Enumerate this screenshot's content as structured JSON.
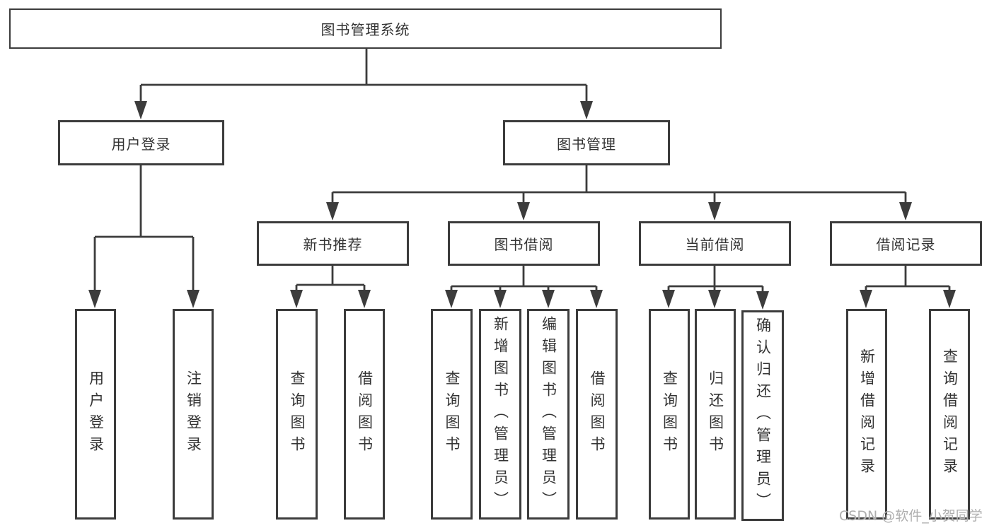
{
  "diagram": {
    "root": {
      "label": "图书管理系统",
      "children": [
        {
          "label": "用户登录",
          "children": [
            {
              "label": "用户登录"
            },
            {
              "label": "注销登录"
            }
          ]
        },
        {
          "label": "图书管理",
          "children": [
            {
              "label": "新书推荐",
              "children": [
                {
                  "label": "查询图书"
                },
                {
                  "label": "借阅图书"
                }
              ]
            },
            {
              "label": "图书借阅",
              "children": [
                {
                  "label": "查询图书"
                },
                {
                  "label": "新增图书（管理员）"
                },
                {
                  "label": "编辑图书（管理员）"
                },
                {
                  "label": "借阅图书"
                }
              ]
            },
            {
              "label": "当前借阅",
              "children": [
                {
                  "label": "查询图书"
                },
                {
                  "label": "归还图书"
                },
                {
                  "label": "确认归还（管理员）"
                }
              ]
            },
            {
              "label": "借阅记录",
              "children": [
                {
                  "label": "新增借阅记录"
                },
                {
                  "label": "查询借阅记录"
                }
              ]
            }
          ]
        }
      ]
    }
  },
  "watermark": {
    "text": "CSDN @软件_小贺同学"
  },
  "colors": {
    "line": "#3c3c3c",
    "box_border": "#3c3c3c",
    "text": "#333333",
    "watermark": "#aeaeae",
    "background": "#ffffff"
  }
}
